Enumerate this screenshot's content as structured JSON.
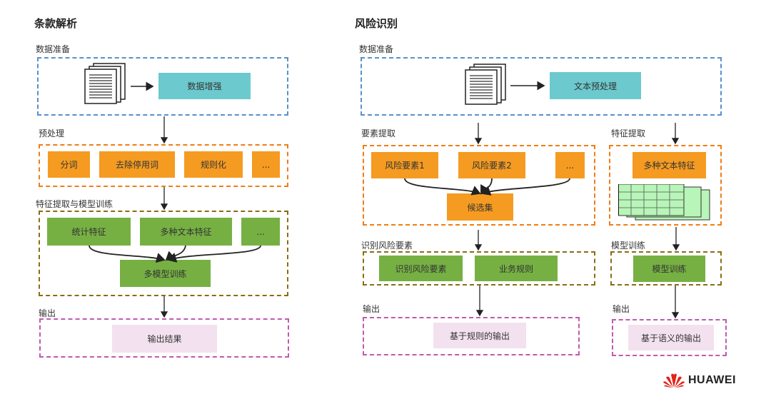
{
  "left": {
    "title": "条款解析",
    "sections": {
      "data_prep": {
        "label": "数据准备",
        "step": "数据增强",
        "doc_icon": "document-stack-icon"
      },
      "preprocess": {
        "label": "预处理",
        "items": [
          "分词",
          "去除停用词",
          "规则化",
          "..."
        ]
      },
      "feature_train": {
        "label": "特征提取与模型训练",
        "items": [
          "统计特征",
          "多种文本特征",
          "..."
        ],
        "merge": "多模型训练"
      },
      "output": {
        "label": "输出",
        "result": "输出结果"
      }
    }
  },
  "right": {
    "title": "风险识别",
    "sections": {
      "data_prep": {
        "label": "数据准备",
        "step": "文本预处理",
        "doc_icon": "document-stack-icon"
      },
      "element_extract": {
        "label": "要素提取",
        "items": [
          "风险要素1",
          "风险要素2",
          "..."
        ],
        "merge": "候选集"
      },
      "feature_extract": {
        "label": "特征提取",
        "item": "多种文本特征",
        "matrix_icon": "feature-matrix-icon"
      },
      "identify": {
        "label": "识别风险要素",
        "items": [
          "识别风险要素",
          "业务规则"
        ]
      },
      "model_train": {
        "label": "模型训练",
        "item": "模型训练"
      },
      "output_rule": {
        "label": "输出",
        "result": "基于规则的输出"
      },
      "output_semantic": {
        "label": "输出",
        "result": "基于语义的输出"
      }
    }
  },
  "logo": {
    "text": "HUAWEI"
  },
  "colors": {
    "blue_dash": "#5b8fcf",
    "orange_dash": "#f07d16",
    "olive_dash": "#8a6d14",
    "pink_dash": "#c05aae",
    "teal": "#6cc9ce",
    "orange": "#f59b21",
    "green": "#76b043",
    "light_pink": "#f3e1ef",
    "huawei_red": "#e2231a"
  }
}
